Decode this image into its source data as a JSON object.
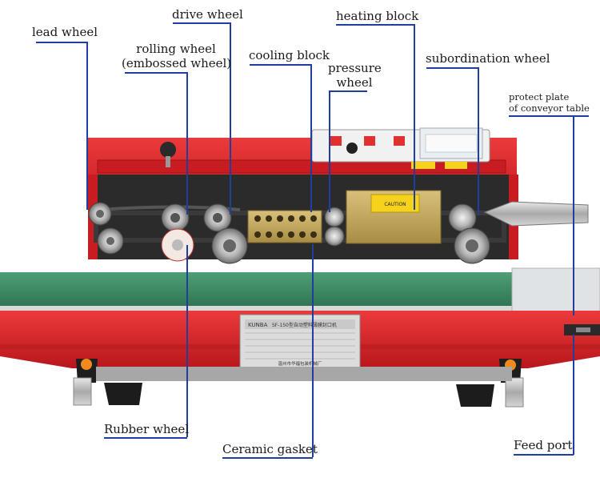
{
  "labels": {
    "lead_wheel": "lead wheel",
    "drive_wheel": "drive wheel",
    "rolling_wheel_line1": "rolling wheel",
    "rolling_wheel_line2": "(embossed wheel)",
    "cooling_block": "cooling block",
    "heating_block": "heating block",
    "pressure_wheel_line1": "pressure",
    "pressure_wheel_line2": "wheel",
    "subordination_wheel": "subordination wheel",
    "protect_plate_line1": "protect plate",
    "protect_plate_line2": "of conveyor table",
    "rubber_wheel": "Rubber wheel",
    "ceramic_gasket": "Ceramic gasket",
    "feed_port": "Feed port"
  },
  "machine": {
    "brand": "KUNBA",
    "model": "SF-150型自动塑料薄膜封口机",
    "maker": "温州市华福包装机械厂",
    "caution": "CAUTION"
  },
  "colors": {
    "body_red": "#d8242a",
    "conveyor_green": "#3c8a63",
    "leader_blue": "#1f3e9e",
    "knob_orange": "#f08a1c"
  }
}
